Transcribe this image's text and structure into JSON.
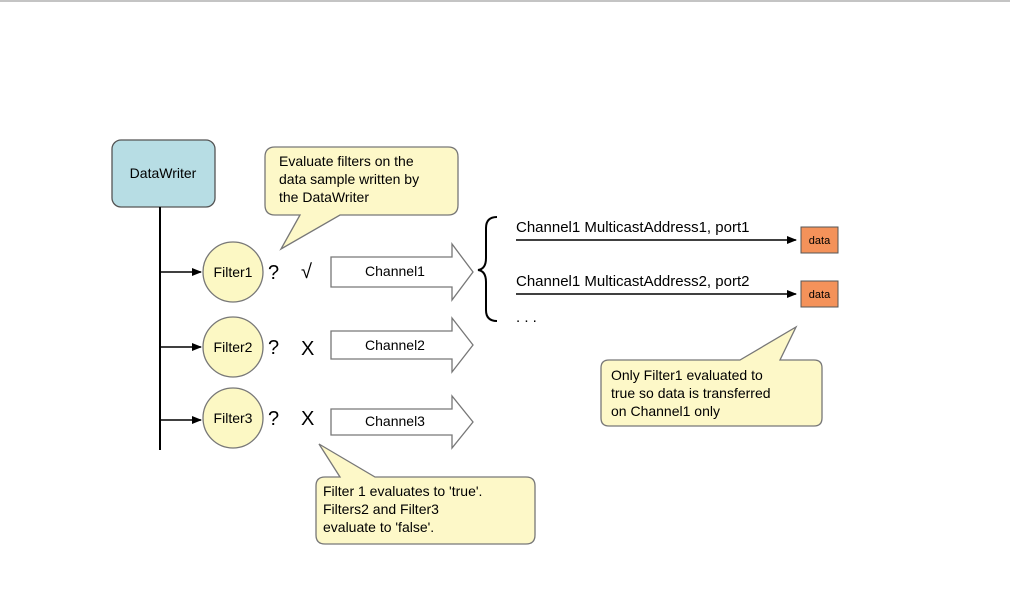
{
  "datawriter": {
    "label": "DataWriter"
  },
  "filters": [
    {
      "label": "Filter1",
      "symbol": "√",
      "channel": "Channel1"
    },
    {
      "label": "Filter2",
      "symbol": "X",
      "channel": "Channel2"
    },
    {
      "label": "Filter3",
      "symbol": "X",
      "channel": "Channel3"
    }
  ],
  "question_mark": "?",
  "callouts": {
    "evaluate": [
      "Evaluate filters on the",
      "data sample written by",
      "the DataWriter"
    ],
    "result": [
      "Filter 1 evaluates to 'true'.",
      "Filters2 and Filter3",
      "evaluate to 'false'."
    ],
    "transfer": [
      "Only Filter1 evaluated to",
      "true so data is transferred",
      "on Channel1 only"
    ]
  },
  "destinations": [
    {
      "label": "Channel1 MulticastAddress1, port1",
      "box": "data"
    },
    {
      "label": "Channel1 MulticastAddress2, port2",
      "box": "data"
    }
  ],
  "ellipsis": ". . .",
  "colors": {
    "datawriter_fill": "#b7dde4",
    "filter_fill": "#fcf8c4",
    "callout_fill": "#fdf8c8",
    "data_fill": "#f4925a",
    "stroke": "#555555"
  }
}
